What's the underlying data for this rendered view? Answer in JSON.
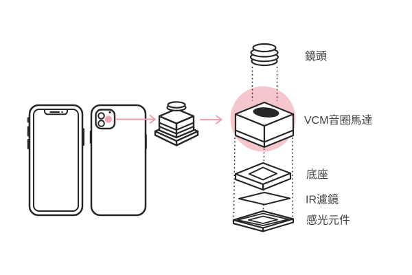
{
  "diagram": {
    "labels": {
      "lens": "鏡頭",
      "vcm": "VCM音圈馬達",
      "base": "底座",
      "ir_filter": "IR濾鏡",
      "sensor": "感光元件"
    },
    "colors": {
      "line": "#262626",
      "text": "#404040",
      "highlight_pink": "#f6c6cd",
      "arrow_pink": "#f09fa8",
      "camera_dot_pink": "#f2a8b2"
    },
    "figures": {
      "front_phone": "smartphone-front-icon",
      "back_phone": "smartphone-back-camera-icon",
      "module": "camera-module-3d-icon",
      "arrow": "right-arrow-icon",
      "highlight": "vcm-highlight-circle"
    }
  }
}
